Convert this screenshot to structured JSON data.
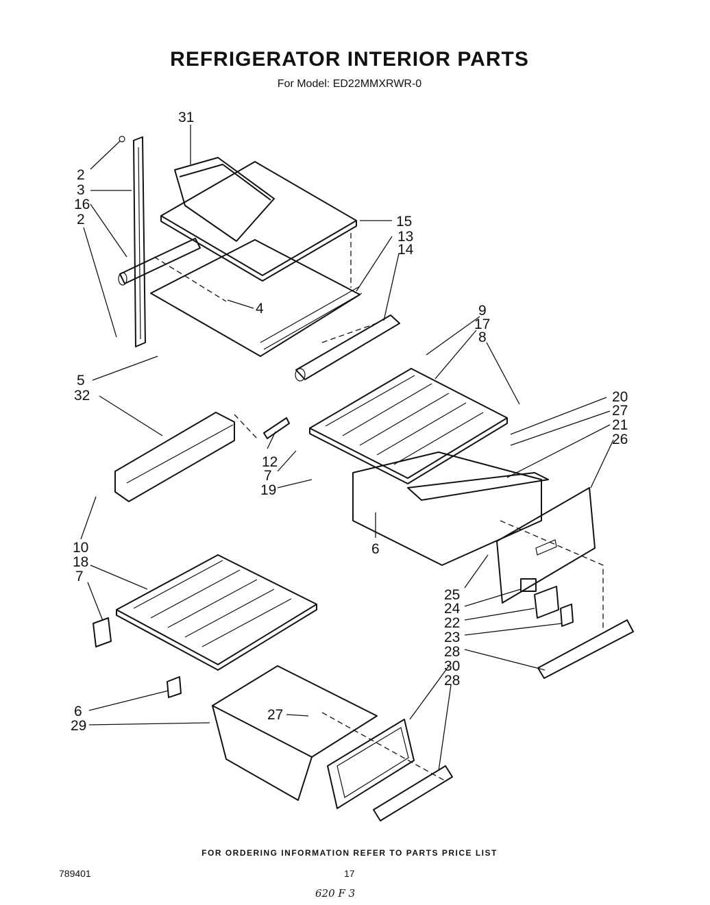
{
  "header": {
    "title": "REFRIGERATOR INTERIOR PARTS",
    "subtitle": "For Model: ED22MMXRWR-0"
  },
  "footer": {
    "ordering_note": "FOR ORDERING INFORMATION REFER TO PARTS PRICE LIST",
    "document_number": "789401",
    "page_number": "17",
    "handwritten_note": "620 F 3"
  },
  "callouts": [
    "31",
    "2",
    "3",
    "16",
    "2",
    "15",
    "13",
    "14",
    "4",
    "5",
    "32",
    "9",
    "17",
    "8",
    "20",
    "27",
    "21",
    "26",
    "12",
    "7",
    "19",
    "6",
    "10",
    "18",
    "7",
    "25",
    "24",
    "22",
    "23",
    "28",
    "30",
    "28",
    "6",
    "29",
    "27"
  ]
}
